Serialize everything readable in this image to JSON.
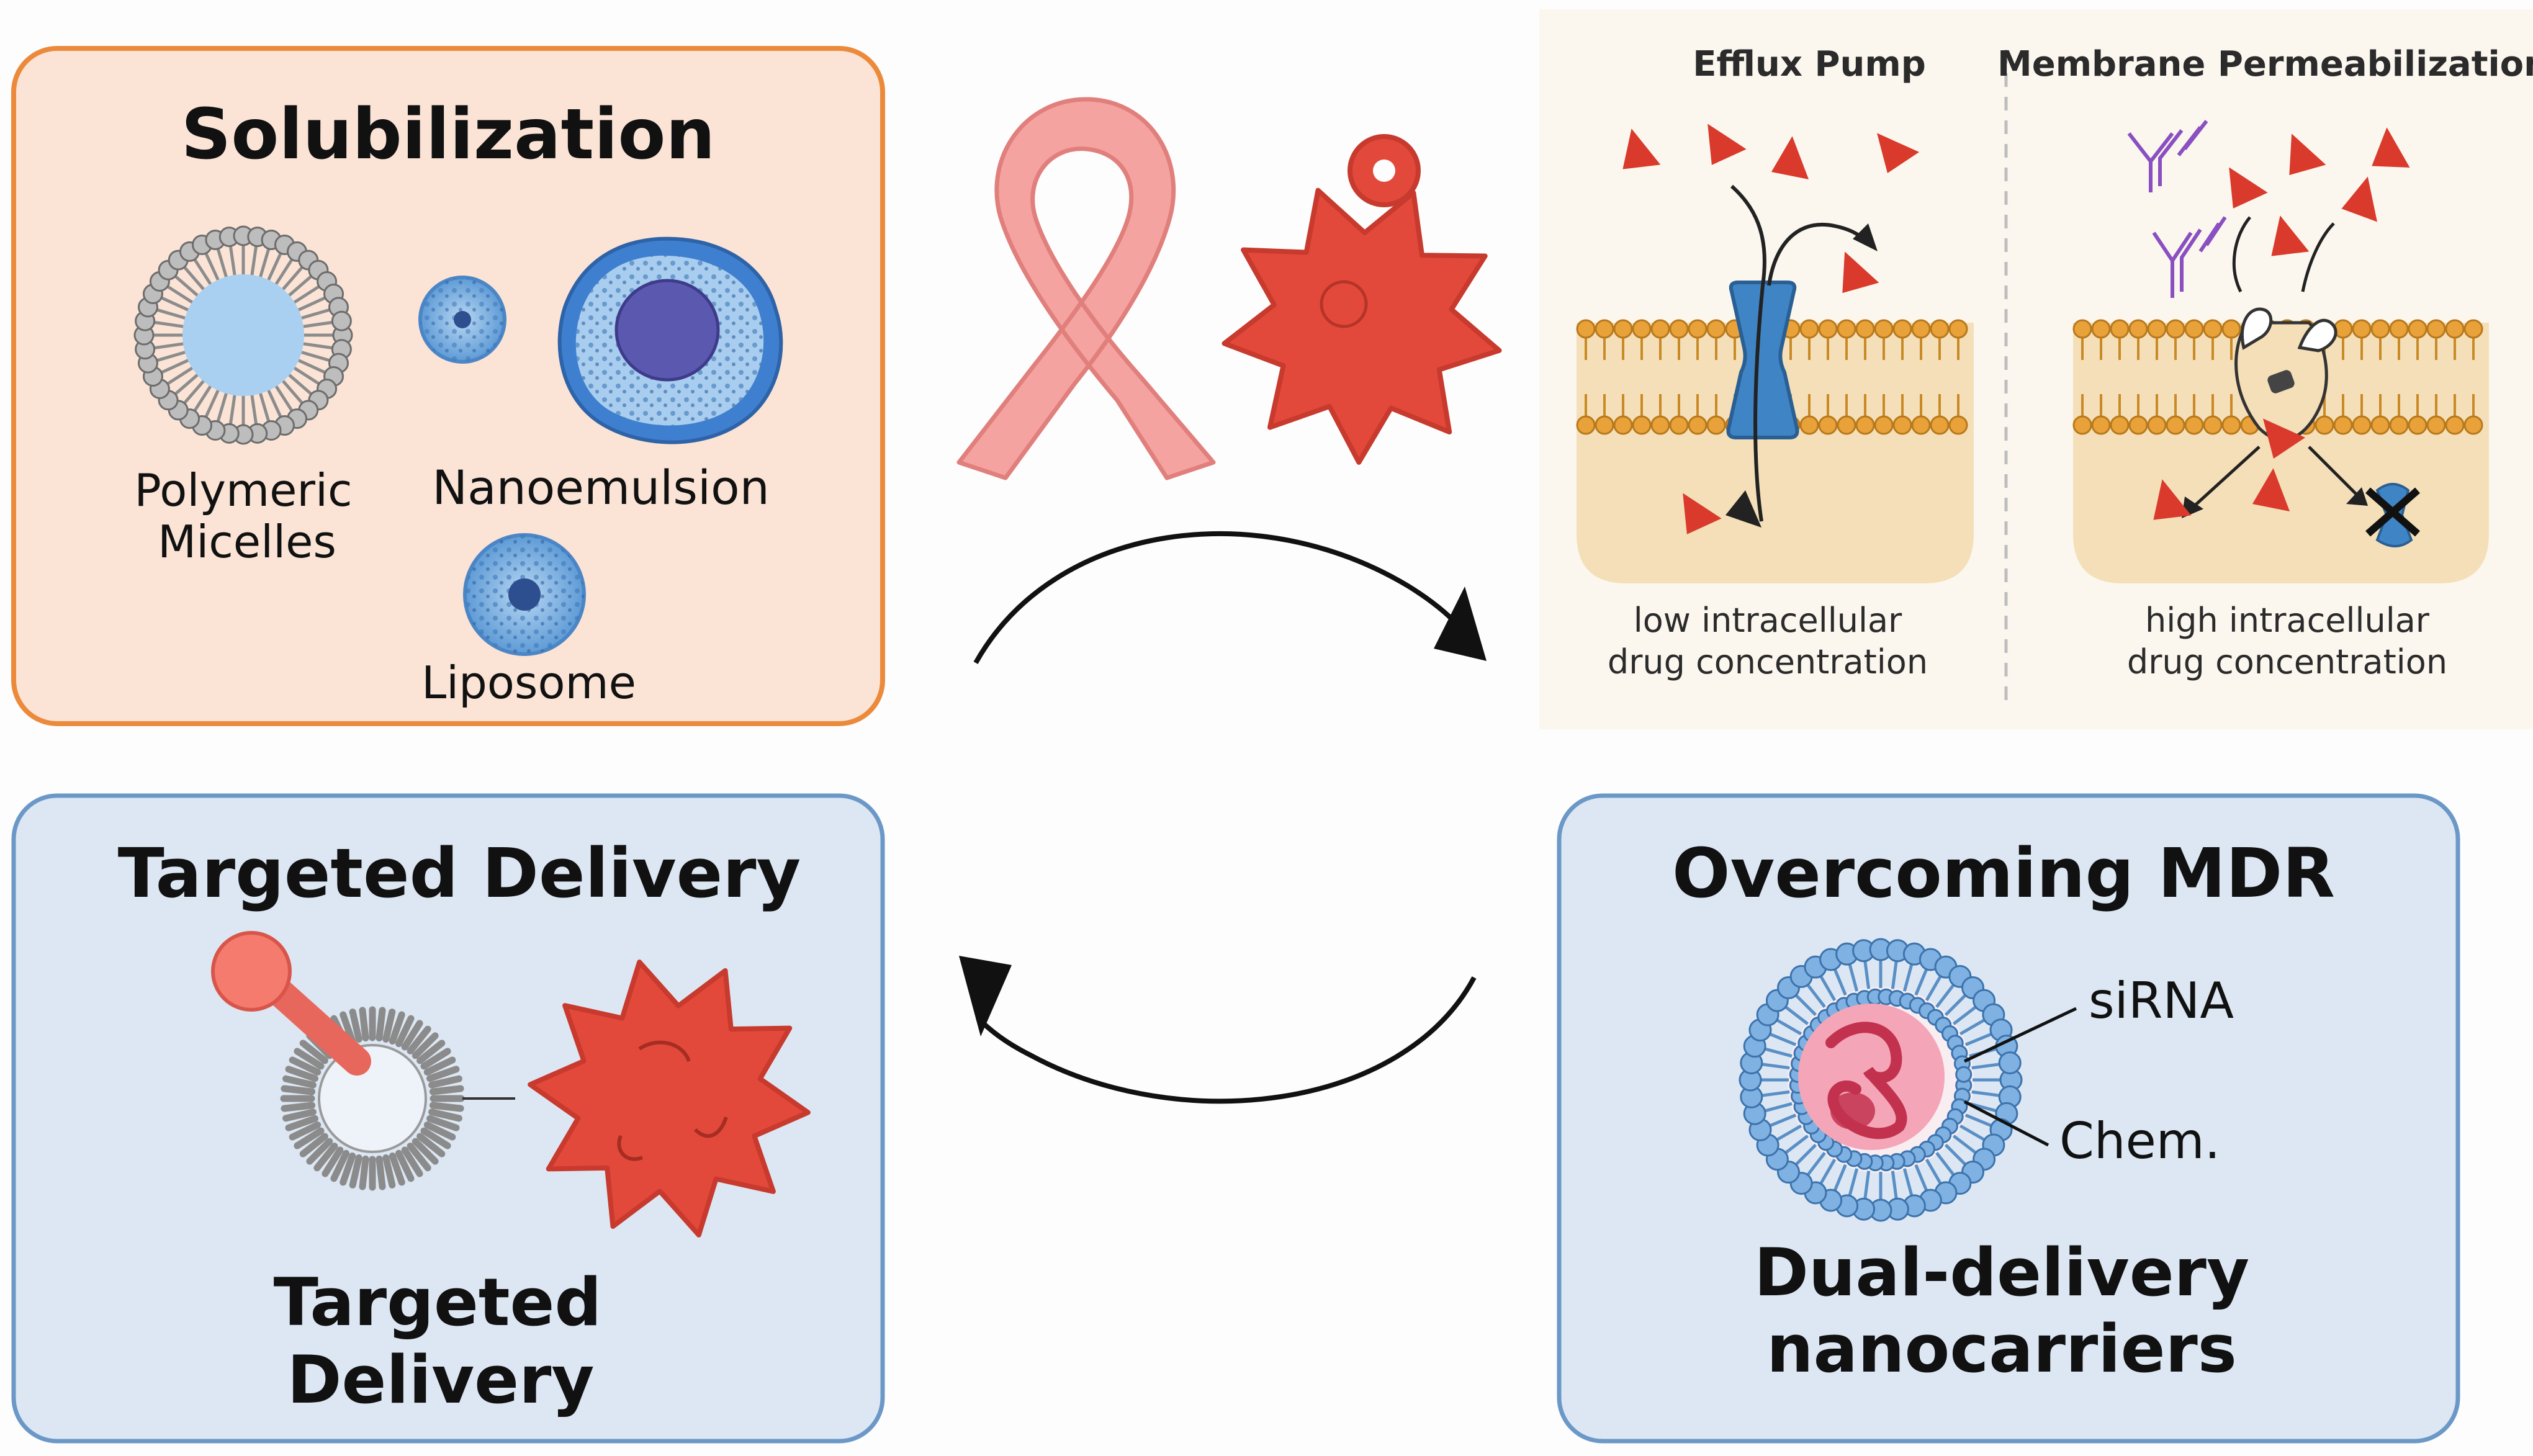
{
  "solubilization": {
    "title": "Solubilization",
    "micelles_label_line1": "Polymeric",
    "micelles_label_line2": "Micelles",
    "nanoemulsion_label": "Nanoemulsion",
    "liposome_label": "Liposome",
    "panel_fill": "#fbe4d6",
    "panel_border": "#ec8a3c"
  },
  "mechanisms": {
    "efflux_title": "Efflux Pump",
    "efflux_caption_line1": "low intracellular",
    "efflux_caption_line2": "drug concentration",
    "permeabilization_title": "Membrane Permeabilization",
    "permeabilization_caption_line1": "high intracellular",
    "permeabilization_caption_line2": "drug concentration"
  },
  "targeted_delivery": {
    "title": "Targeted Delivery",
    "caption_line1": "Targeted",
    "caption_line2": "Delivery",
    "panel_fill": "#dce7f3",
    "panel_border": "#6b98c7"
  },
  "overcoming_mdr": {
    "title": "Overcoming MDR",
    "sirna_label": "siRNA",
    "chem_label": "Chem.",
    "caption_line1": "Dual-delivery",
    "caption_line2": "nanocarriers",
    "panel_fill": "#dce7f3",
    "panel_border": "#6b98c7"
  },
  "colors": {
    "drug_red": "#d93a2b",
    "cancer_cell_red": "#e2493b",
    "ribbon_pink": "#f4a3a0",
    "lipid_orange": "#e9a23a",
    "pump_blue": "#3f84c4",
    "cytoplasm": "#f4dfb8"
  }
}
